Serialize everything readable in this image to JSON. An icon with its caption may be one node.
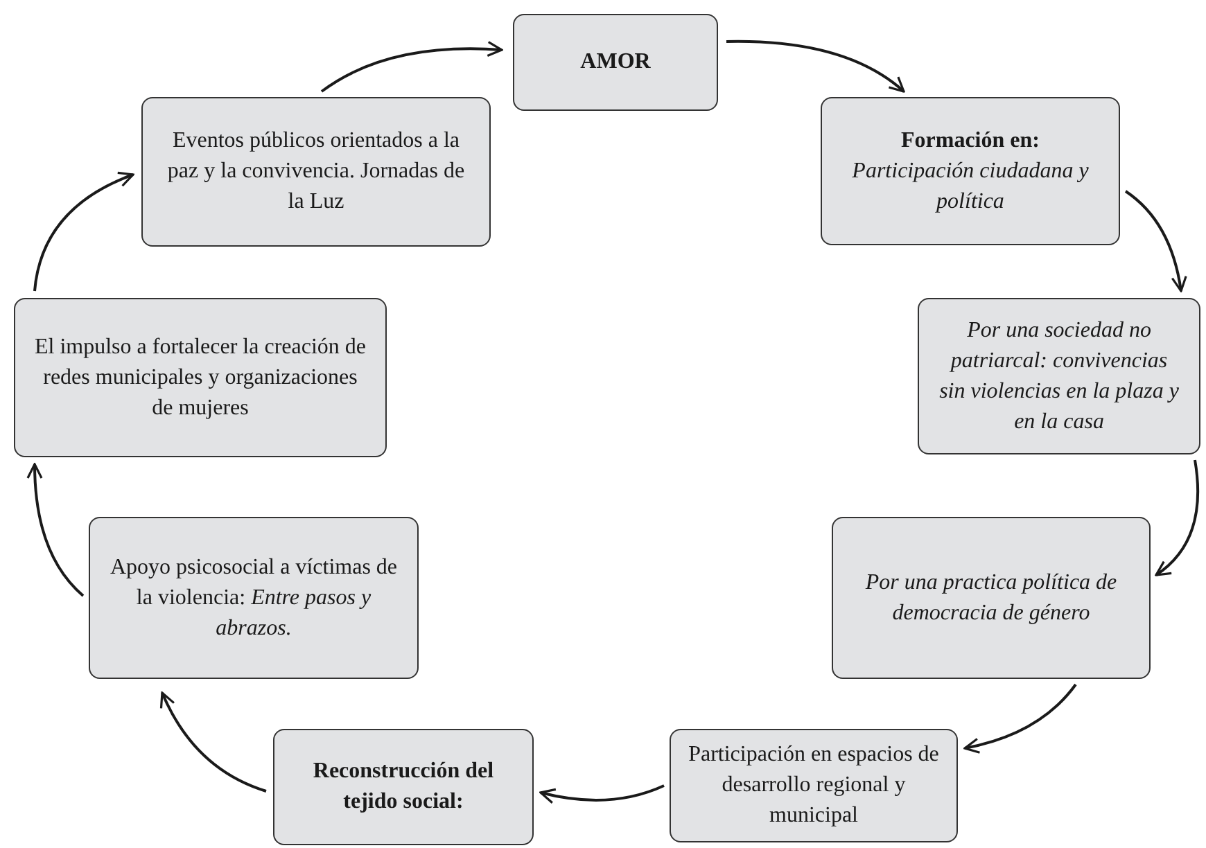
{
  "diagram": {
    "nodes": [
      {
        "text": [
          "AMOR"
        ]
      },
      {
        "text": [
          "Formación en:",
          "Participación ciudadana y política"
        ]
      },
      {
        "text": [
          "Por una sociedad no patriarcal: convivencias sin violencias en la plaza y en la casa"
        ]
      },
      {
        "text": [
          "Por una practica política de democracia de género"
        ]
      },
      {
        "text": [
          "Participación en espacios de desarrollo regional y municipal"
        ]
      },
      {
        "text": [
          "Reconstrucción del tejido social:"
        ]
      },
      {
        "text": [
          "Apoyo psicosocial a víctimas de la violencia: *Entre pasos y abrazos.*"
        ]
      },
      {
        "text": [
          "El impulso a fortalecer la creación de redes municipales y organizaciones de mujeres"
        ]
      },
      {
        "text": [
          "Eventos públicos orientados a la paz y la convivencia. Jornadas de la Luz"
        ]
      }
    ],
    "edges": [
      {
        "from": 8,
        "to": 0,
        "arrow": "to"
      },
      {
        "from": 0,
        "to": 1,
        "arrow": "to"
      },
      {
        "from": 1,
        "to": 2,
        "arrow": "to"
      },
      {
        "from": 2,
        "to": 3,
        "arrow": "to"
      },
      {
        "from": 3,
        "to": 4,
        "arrow": "to"
      },
      {
        "from": 4,
        "to": 5,
        "arrow": "to"
      },
      {
        "from": 5,
        "to": 6,
        "arrow": "to"
      },
      {
        "from": 6,
        "to": 7,
        "arrow": "to"
      },
      {
        "from": 7,
        "to": 8,
        "arrow": "to"
      }
    ]
  }
}
